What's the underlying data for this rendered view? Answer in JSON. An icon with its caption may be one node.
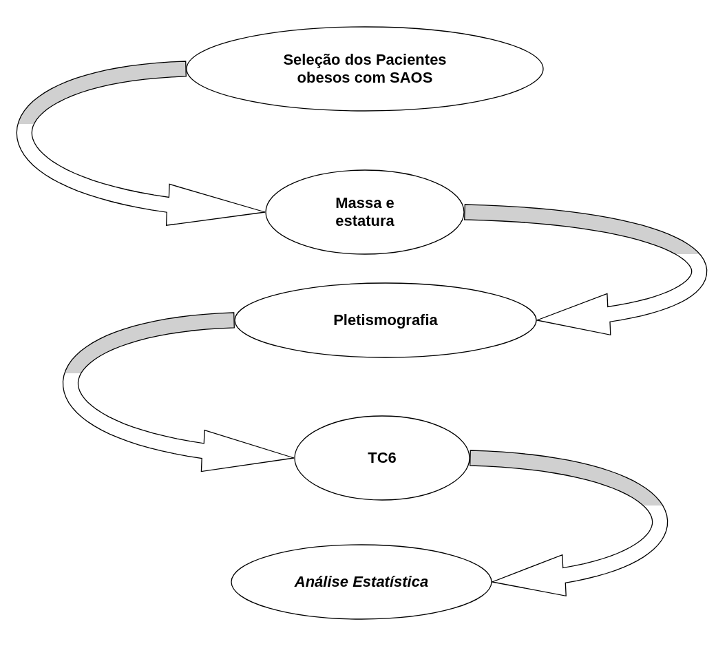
{
  "diagram": {
    "nodes": [
      {
        "text": [
          "Seleção dos Pacientes obesos com SAOS"
        ]
      },
      {
        "text": [
          "Massa e estatura"
        ]
      },
      {
        "text": [
          "Pletismografia"
        ]
      },
      {
        "text": [
          "TC6"
        ]
      },
      {
        "text": [
          "Análise Estatística"
        ]
      }
    ],
    "edges": [
      {
        "from": 0,
        "to": 1,
        "arrow": "to"
      },
      {
        "from": 1,
        "to": 2,
        "arrow": "to"
      },
      {
        "from": 2,
        "to": 3,
        "arrow": "to"
      },
      {
        "from": 3,
        "to": 4,
        "arrow": "to"
      }
    ]
  }
}
